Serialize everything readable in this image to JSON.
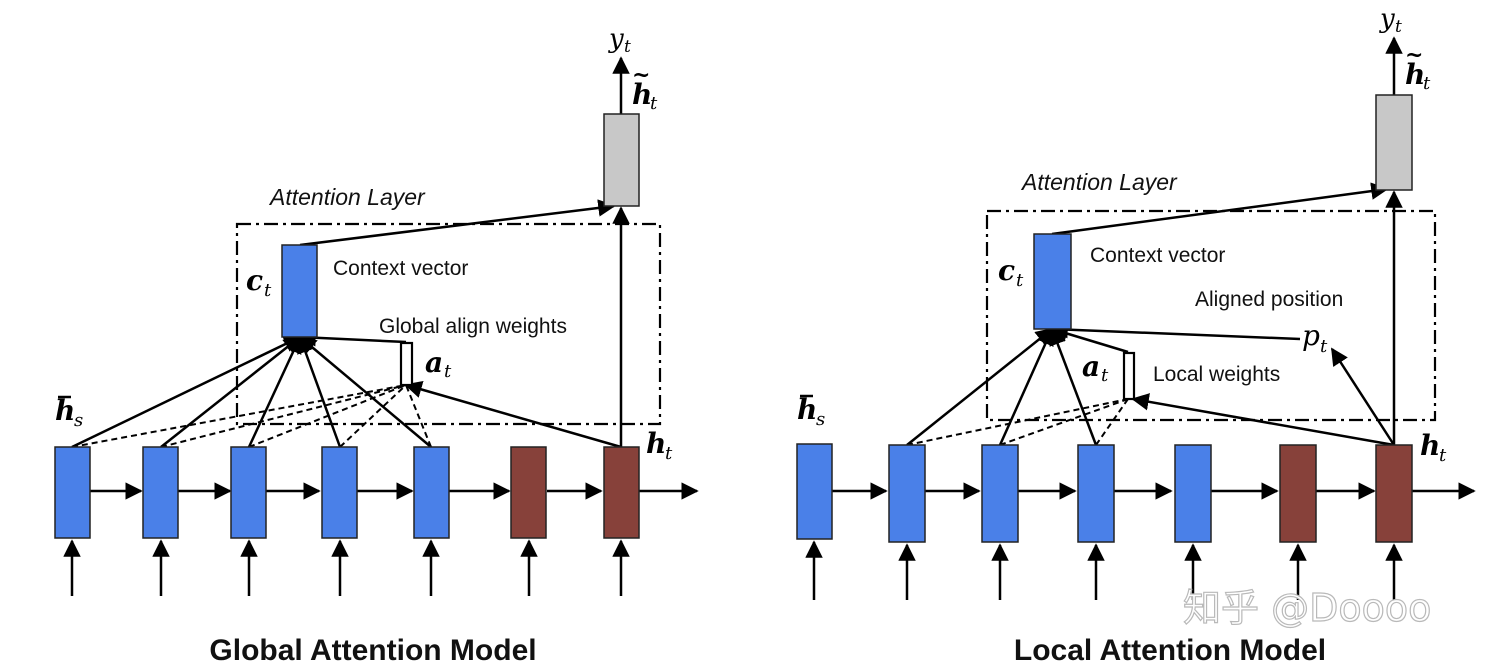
{
  "colors": {
    "encoder": "#4a80e8",
    "decoder": "#87413a",
    "output": "#c8c8c8",
    "line": "#000000"
  },
  "global": {
    "title": "Global Attention Model",
    "layer_label": "Attention Layer",
    "context_label": "Context vector",
    "weights_label": "Global align weights",
    "y": "y",
    "y_sub": "t",
    "htilde": "h",
    "htilde_sub": "t",
    "c": "c",
    "c_sub": "t",
    "a": "a",
    "a_sub": "t",
    "hs": "h",
    "hs_sub": "s",
    "ht": "h",
    "ht_sub": "t"
  },
  "local": {
    "title": "Local Attention Model",
    "layer_label": "Attention Layer",
    "context_label": "Context vector",
    "aligned_label": "Aligned position",
    "weights_label": "Local weights",
    "p": "p",
    "p_sub": "t",
    "y": "y",
    "y_sub": "t",
    "htilde": "h",
    "htilde_sub": "t",
    "c": "c",
    "c_sub": "t",
    "a": "a",
    "a_sub": "t",
    "hs": "h",
    "hs_sub": "s",
    "ht": "h",
    "ht_sub": "t"
  },
  "watermark": "知乎 @Doooo"
}
